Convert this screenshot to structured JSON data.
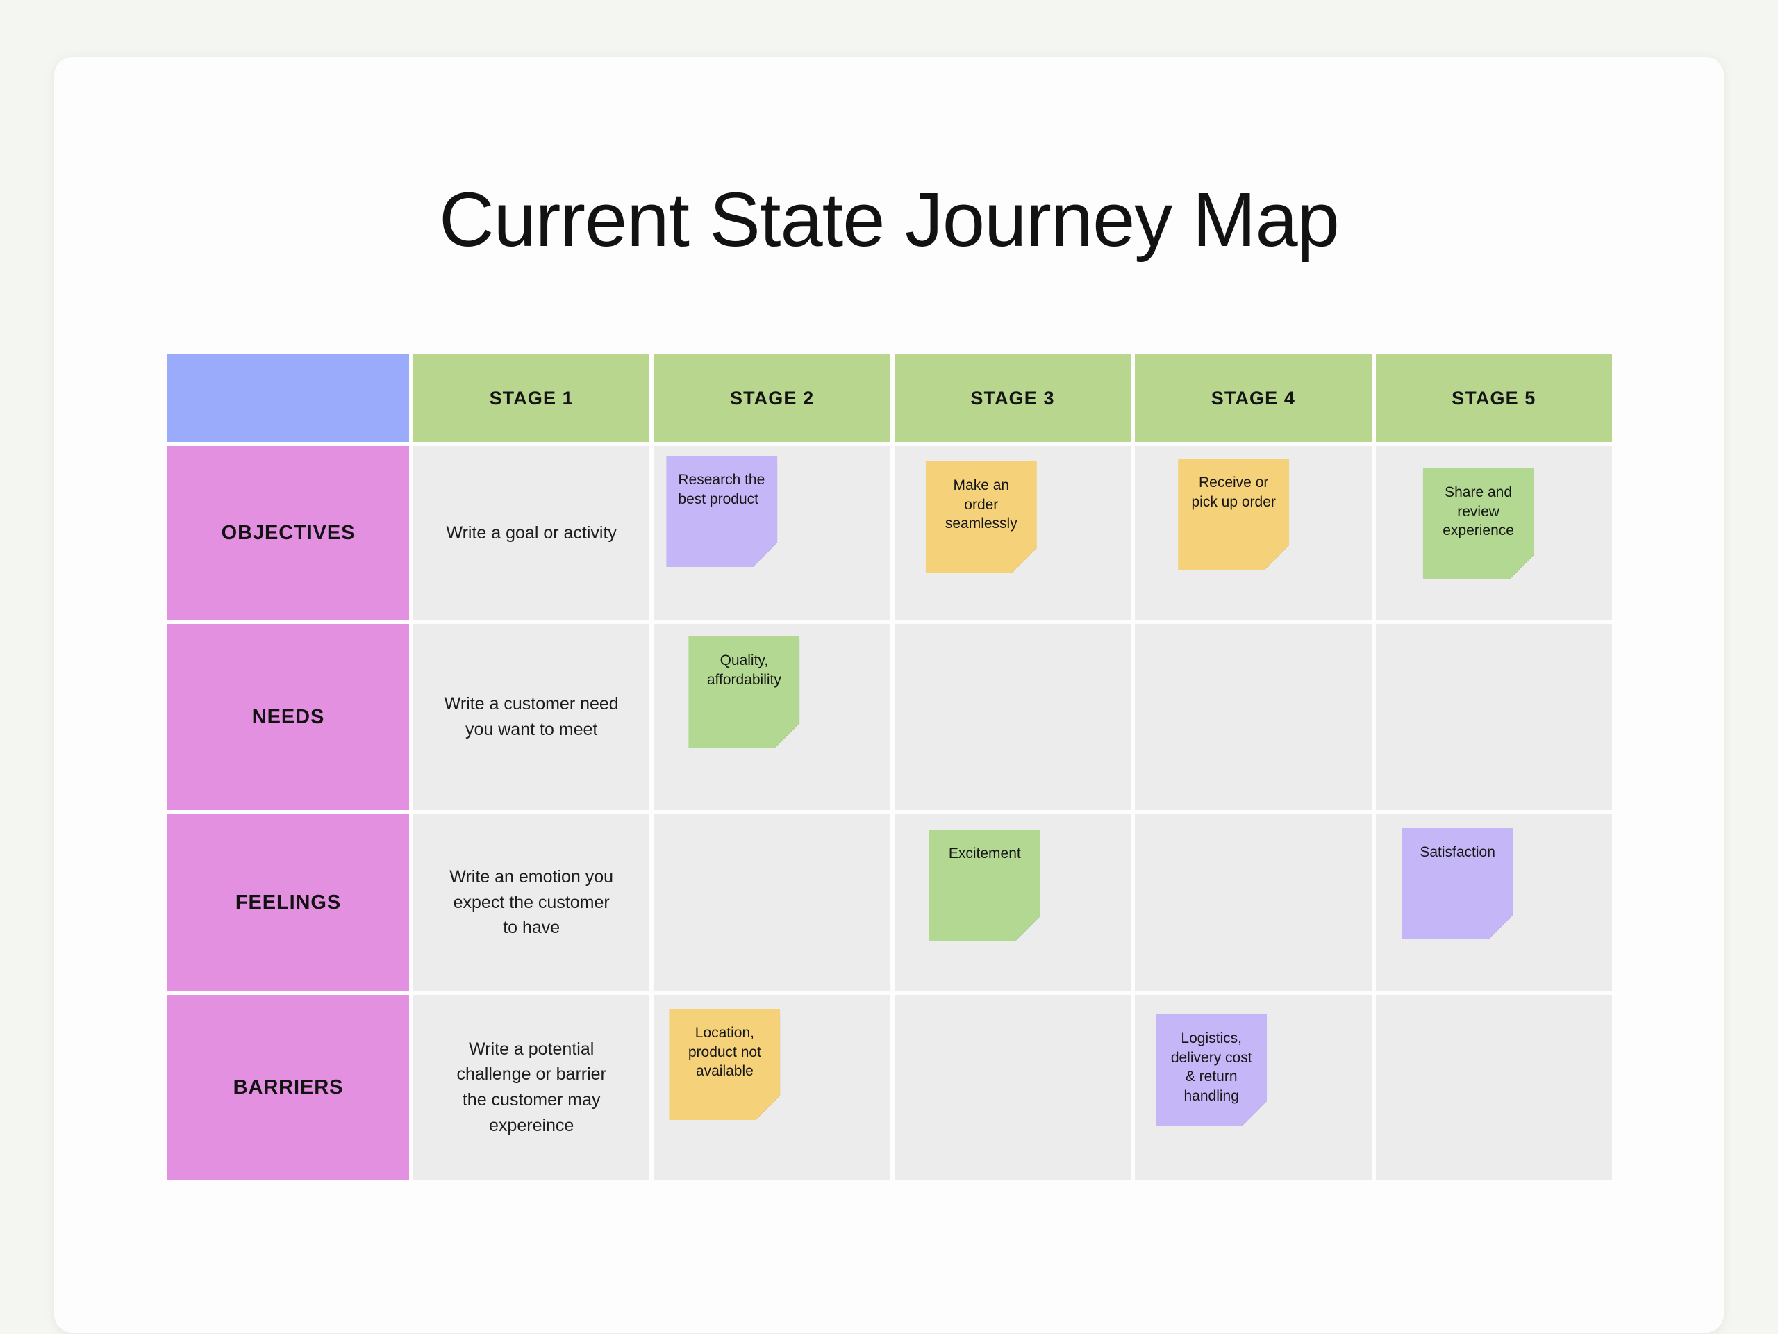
{
  "page": {
    "background_color": "#f4f6f1",
    "card_color": "#fdfdfd"
  },
  "board": {
    "title": "Current State Journey Map"
  },
  "palette": {
    "corner_cell": "#9aabfb",
    "stage_header": "#b9d68f",
    "row_label": "#e390e0",
    "body_cell": "#ececec",
    "note_purple": "#c4b6f7",
    "note_yellow": "#f5d27a",
    "note_green": "#b3d892"
  },
  "grid": {
    "corner_label": "",
    "stage_headers": [
      {
        "label": "STAGE 1"
      },
      {
        "label": "STAGE 2"
      },
      {
        "label": "STAGE 3"
      },
      {
        "label": "STAGE 4"
      },
      {
        "label": "STAGE 5"
      }
    ],
    "rows": [
      {
        "label": "OBJECTIVES",
        "prompt": "Write a goal or activity",
        "notes": [
          {
            "stage": 2,
            "text": "Research the best product",
            "color": "purple",
            "align": "left"
          },
          {
            "stage": 3,
            "text": "Make an order seamlessly",
            "color": "yellow",
            "align": "center"
          },
          {
            "stage": 4,
            "text": "Receive or pick up order",
            "color": "yellow",
            "align": "center"
          },
          {
            "stage": 5,
            "text": "Share and review experience",
            "color": "green",
            "align": "center"
          }
        ]
      },
      {
        "label": "NEEDS",
        "prompt": "Write a customer need you want to meet",
        "notes": [
          {
            "stage": 2,
            "text": "Quality, affordability",
            "color": "green",
            "align": "center"
          }
        ]
      },
      {
        "label": "FEELINGS",
        "prompt": "Write an emotion you expect the customer to have",
        "notes": [
          {
            "stage": 3,
            "text": "Excitement",
            "color": "green",
            "align": "center"
          },
          {
            "stage": 5,
            "text": "Satisfaction",
            "color": "purple",
            "align": "center"
          }
        ]
      },
      {
        "label": "BARRIERS",
        "prompt": "Write a potential challenge or barrier the customer may expereince",
        "notes": [
          {
            "stage": 2,
            "text": "Location, product not available",
            "color": "yellow",
            "align": "center"
          },
          {
            "stage": 4,
            "text": "Logistics, delivery cost & return handling",
            "color": "purple",
            "align": "center"
          }
        ]
      }
    ]
  }
}
